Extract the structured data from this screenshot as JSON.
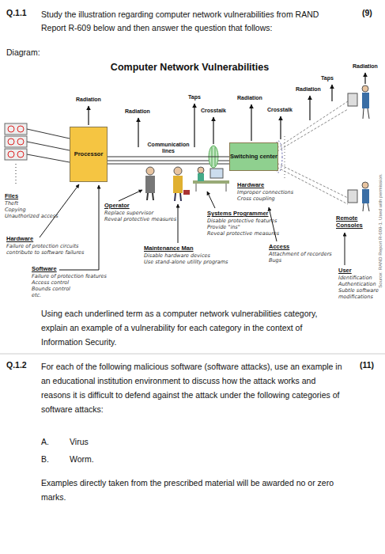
{
  "diagram": {
    "title": "Computer Network Vulnerabilities",
    "nodes": [
      {
        "text": [
          "Processor"
        ]
      },
      {
        "text": [
          "Switching center"
        ]
      }
    ],
    "edges": [
      {
        "from": 0,
        "to": 1,
        "label": "Communication lines",
        "arrow": "none"
      }
    ],
    "labels": [
      "Q.1.1",
      "Study the illustration regarding computer network vulnerabilities from RAND Report R-609 below and then answer the question that follows:",
      "(9)",
      "Diagram:",
      "Radiation",
      "Taps",
      "Radiation",
      "Crosstalk",
      "Radiation",
      "Crosstalk",
      "Radiation",
      "Taps",
      "Radiation",
      "Hardware",
      "Improper connections",
      "Cross coupling",
      "Files",
      "Theft",
      "Copying",
      "Unauthorized access",
      "Operator",
      "Replace supervisor",
      "Reveal protective measures",
      "Systems Programmer",
      "Disable protective features",
      "Provide \"ins\"",
      "Reveal protective measures",
      "Remote Consoles",
      "Hardware",
      "Failure of protection circuits",
      "contribute to software failures",
      "Maintenance Man",
      "Disable hardware devices",
      "Use stand-alone utility programs",
      "Access",
      "Attachment of recorders",
      "Bugs",
      "Software",
      "Failure of protection features",
      "Access control",
      "Bounds control",
      "etc.",
      "User",
      "Identification",
      "Authentication",
      "Subtle software",
      "modifications",
      "Source: RAND Report R-609-1. Used with permission.",
      "Using each underlined term as a computer network vulnerabilities category, explain an example of a vulnerability for each category in the context of Information Security.",
      "Q.1.2",
      "For each of the following malicious software (software attacks), use an example in an educational institution environment to discuss how the attack works and reasons it is difficult to defend against the attack under the following categories of software attacks:",
      "(11)",
      "A.",
      "Virus",
      "B.",
      "Worm.",
      "Examples directly taken from the prescribed material will be awarded no or zero marks."
    ]
  }
}
